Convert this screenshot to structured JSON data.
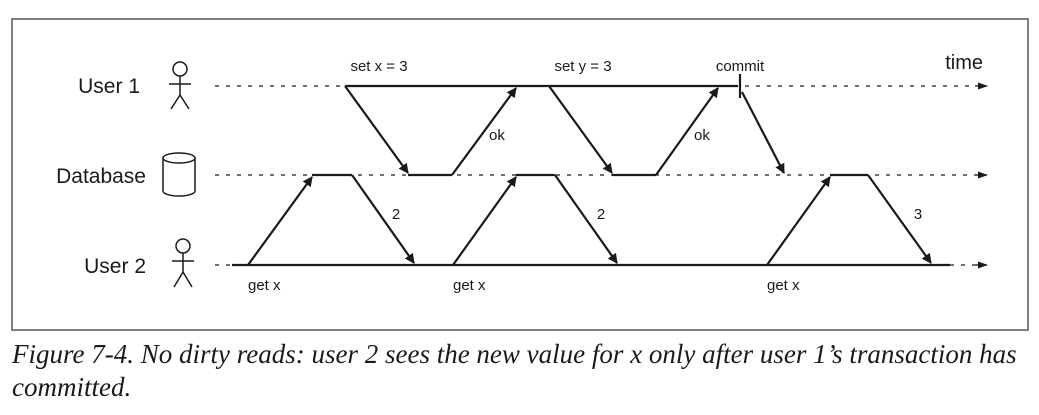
{
  "diagram": {
    "actors": {
      "user1": "User 1",
      "database": "Database",
      "user2": "User 2"
    },
    "time_label": "time",
    "user1_messages": {
      "set_x": "set x = 3",
      "ok_1": "ok",
      "set_y": "set y = 3",
      "ok_2": "ok",
      "commit": "commit"
    },
    "user2_messages": {
      "get_x_1": "get x",
      "resp_1": "2",
      "get_x_2": "get x",
      "resp_2": "2",
      "get_x_3": "get x",
      "resp_3": "3"
    }
  },
  "caption": "Figure 7-4. No dirty reads: user 2 sees the new value for x only after user 1’s transaction has committed.",
  "colors": {
    "ink": "#1a1a1a",
    "frame": "#555555",
    "background": "#ffffff"
  }
}
